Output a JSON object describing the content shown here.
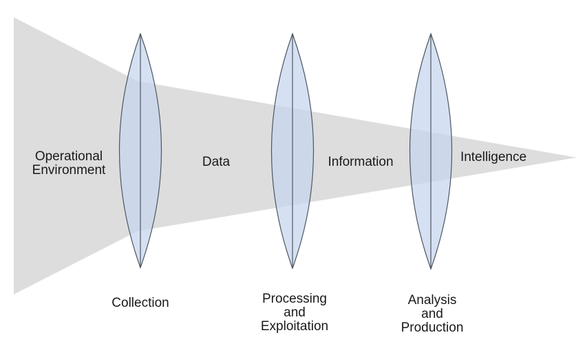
{
  "colors": {
    "funnel": "#dddddd",
    "lens_fill": "#c5d6ef",
    "lens_stroke": "#4d5561",
    "text": "#1a1a1a"
  },
  "zones": {
    "operational_environment": [
      "Operational",
      "Environment"
    ],
    "data": "Data",
    "information": "Information",
    "intelligence": "Intelligence"
  },
  "stages": [
    {
      "lines": [
        "Collection"
      ]
    },
    {
      "lines": [
        "Processing",
        "and",
        "Exploitation"
      ]
    },
    {
      "lines": [
        "Analysis",
        "and",
        "Production"
      ]
    }
  ]
}
